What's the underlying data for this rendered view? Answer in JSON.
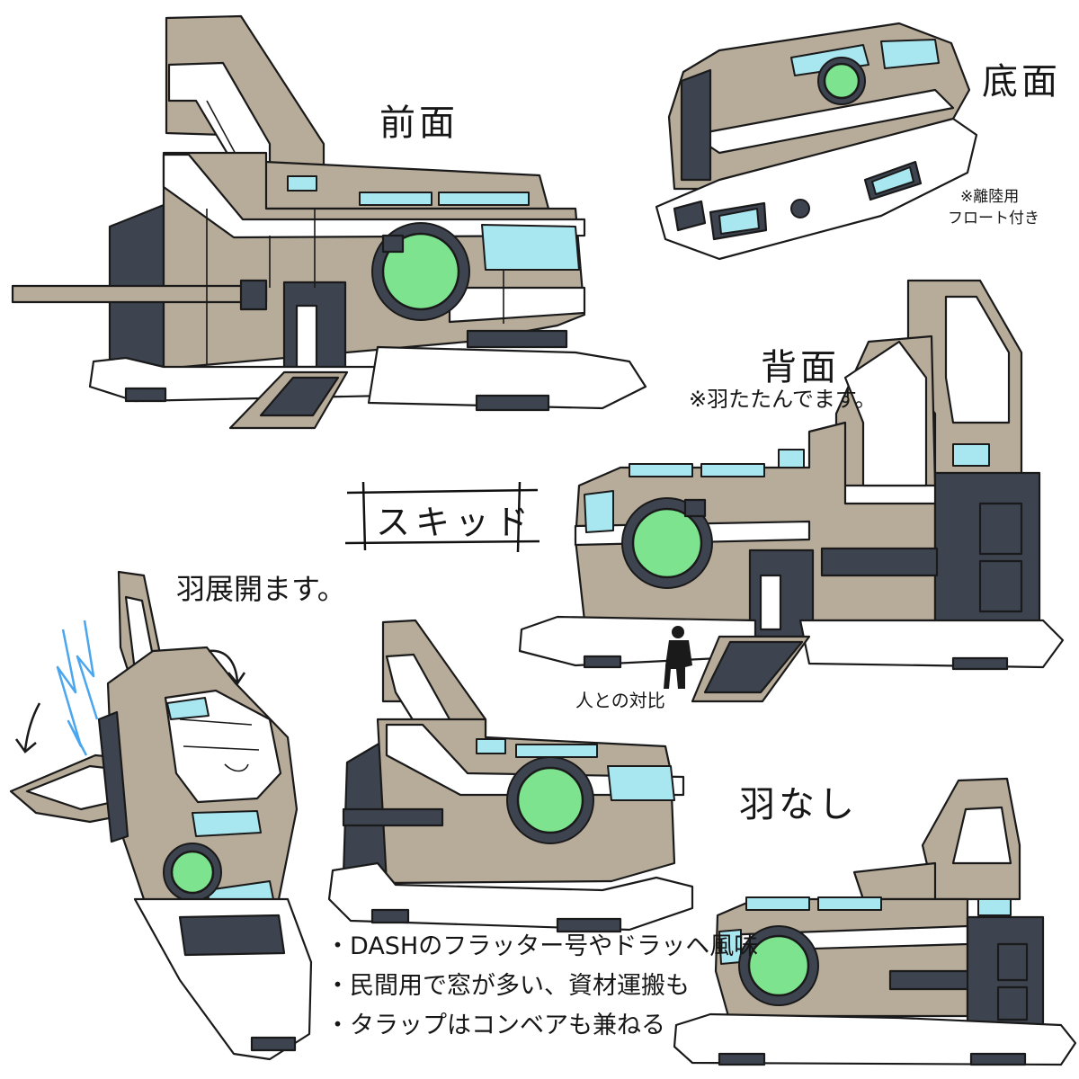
{
  "labels": {
    "front": "前面",
    "bottom": "底面",
    "float_note_1": "※離陸用",
    "float_note_2": "フロート付き",
    "back": "背面",
    "back_note": "※羽たたんでます。",
    "name": "スキッド",
    "wing_open": "羽展開ます。",
    "scale": "人との対比",
    "no_wing": "羽なし"
  },
  "notes": [
    "・DASHのフラッター号やドラッヘ風味",
    "・民間用で窓が多い、資材運搬も",
    "・タラップはコンベアも兼ねる"
  ],
  "colors": {
    "hull": "#b7ab99",
    "white_panel": "#ffffff",
    "dark_panel": "#3d4450",
    "window": "#a8e6f0",
    "lens": "#7de38f",
    "ink": "#1a1a1a",
    "spark": "#4aa6ee"
  }
}
